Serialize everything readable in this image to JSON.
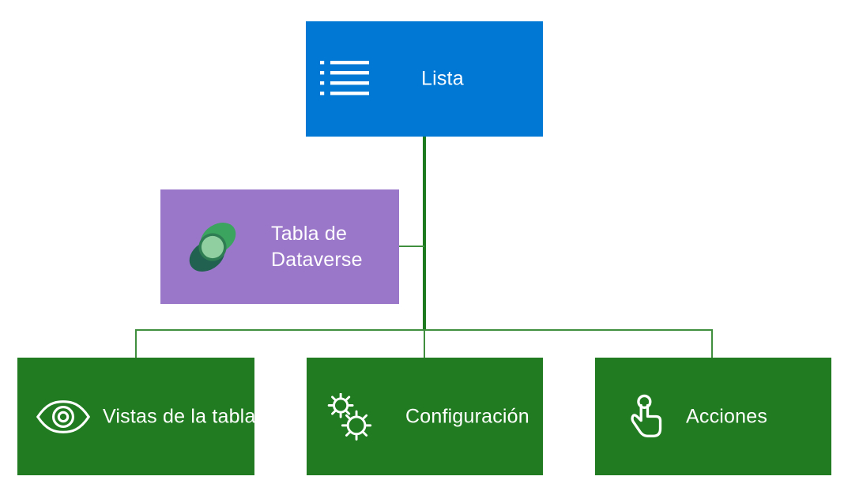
{
  "diagram": {
    "background": "#FFFFFF",
    "text_color": "#FFFFFF",
    "icon_stroke_color": "#FFFFFF",
    "connectors": {
      "trunk_color": "#1E7A1E",
      "branch_color": "#3F8F3F"
    },
    "nodes": {
      "lista": {
        "label": "Lista",
        "color": "#0078D4",
        "icon": "list-icon"
      },
      "dataverse": {
        "label_lines": [
          "Tabla de",
          "Dataverse"
        ],
        "color": "#9B77C9",
        "icon": "dataverse-icon",
        "icon_colors": {
          "dark": "#20614F",
          "bright": "#3BA45E",
          "ring": "#2F7E53",
          "center": "#90CFA0"
        }
      },
      "vistas": {
        "label": "Vistas de la tabla",
        "color": "#217C21",
        "icon": "eye-icon"
      },
      "configuracion": {
        "label": "Configuración",
        "color": "#217C21",
        "icon": "gears-icon"
      },
      "acciones": {
        "label": "Acciones",
        "color": "#217C21",
        "icon": "tap-icon"
      }
    }
  }
}
